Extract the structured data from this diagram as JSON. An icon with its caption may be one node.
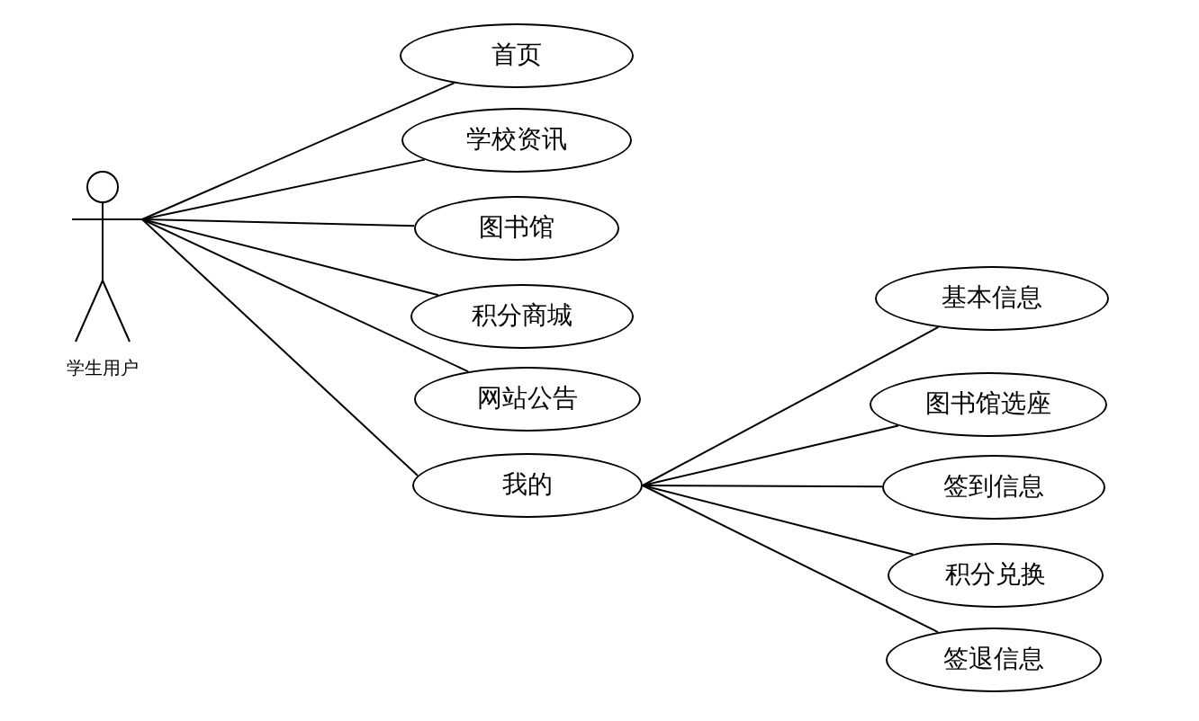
{
  "diagram": {
    "nodes": [
      {
        "text": [
          "学生用户"
        ]
      },
      {
        "text": [
          "首页"
        ]
      },
      {
        "text": [
          "学校资讯"
        ]
      },
      {
        "text": [
          "图书馆"
        ]
      },
      {
        "text": [
          "积分商城"
        ]
      },
      {
        "text": [
          "网站公告"
        ]
      },
      {
        "text": [
          "我的"
        ]
      },
      {
        "text": [
          "基本信息"
        ]
      },
      {
        "text": [
          "图书馆选座"
        ]
      },
      {
        "text": [
          "签到信息"
        ]
      },
      {
        "text": [
          "积分兑换"
        ]
      },
      {
        "text": [
          "签退信息"
        ]
      }
    ],
    "edges": [
      {
        "from": 0,
        "to": 1,
        "arrow": "none"
      },
      {
        "from": 0,
        "to": 2,
        "arrow": "none"
      },
      {
        "from": 0,
        "to": 3,
        "arrow": "none"
      },
      {
        "from": 0,
        "to": 4,
        "arrow": "none"
      },
      {
        "from": 0,
        "to": 5,
        "arrow": "none"
      },
      {
        "from": 0,
        "to": 6,
        "arrow": "none"
      },
      {
        "from": 6,
        "to": 7,
        "arrow": "none"
      },
      {
        "from": 6,
        "to": 8,
        "arrow": "none"
      },
      {
        "from": 6,
        "to": 9,
        "arrow": "none"
      },
      {
        "from": 6,
        "to": 10,
        "arrow": "none"
      },
      {
        "from": 6,
        "to": 11,
        "arrow": "none"
      }
    ]
  }
}
